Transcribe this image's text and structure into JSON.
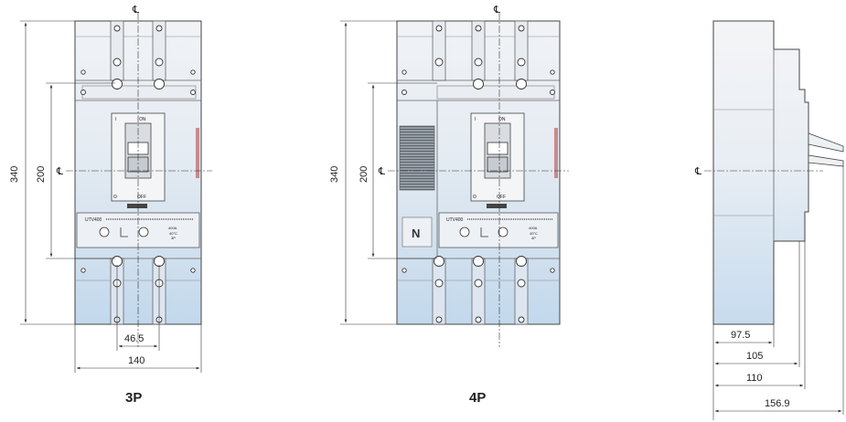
{
  "views": {
    "p3": {
      "label": "3P",
      "height_dim": "340",
      "inner_dim": "200",
      "pitch_dim": "46.5",
      "width_dim": "140",
      "centerline": "℄",
      "handle_on": "ON",
      "handle_i": "I",
      "handle_off": "OFF",
      "handle_o": "O",
      "model": "UTV400",
      "rating": "400A",
      "temp": "40°C",
      "poles": "3P"
    },
    "p4": {
      "label": "4P",
      "height_dim": "340",
      "inner_dim": "200",
      "centerline": "℄",
      "neutral": "N",
      "handle_on": "ON",
      "handle_i": "I",
      "handle_off": "OFF",
      "handle_o": "O",
      "model": "UTV400",
      "rating": "400A",
      "temp": "40°C",
      "poles": "4P"
    },
    "side": {
      "centerline": "℄",
      "dims": [
        "97.5",
        "105",
        "110",
        "156.9"
      ]
    }
  },
  "colors": {
    "line": "#333333",
    "body_top": "#eef1f5",
    "body_bottom": "#c8dcee",
    "label_band": "#dfe7f0",
    "ribbed": "#7d858d"
  }
}
